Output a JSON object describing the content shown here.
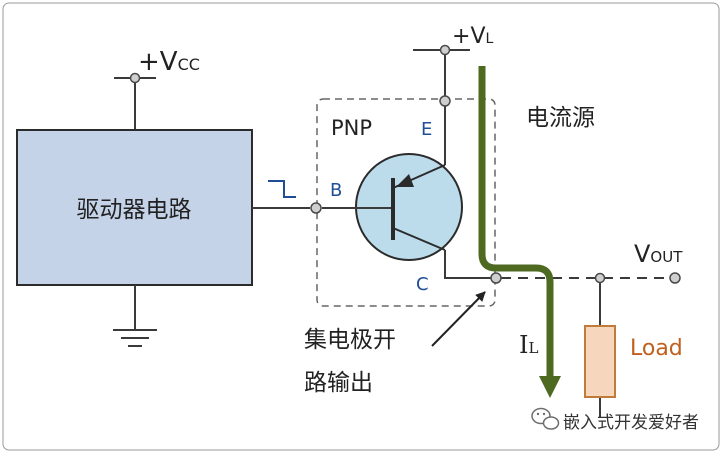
{
  "labels": {
    "vcc_plus": "+",
    "vcc_v": "V",
    "vcc_sub": "CC",
    "vl_plus": "+",
    "vl_v": "V",
    "vl_sub": "L",
    "driver": "驱动器电路",
    "pnp": "PNP",
    "emitter": "E",
    "base": "B",
    "collector": "C",
    "current_source": "电流源",
    "vout_v": "V",
    "vout_sub": "OUT",
    "il_i": "I",
    "il_sub": "L",
    "load": "Load",
    "open_collector_line1": "集电极开",
    "open_collector_line2": "路输出",
    "watermark": "嵌入式开发爱好者"
  },
  "colors": {
    "wire": "#3a3a3a",
    "driver_fill": "#c4d3e8",
    "driver_stroke": "#2b2b2b",
    "transistor_fill": "#bcdcec",
    "terminal_letters": "#1f4e96",
    "current_arrow": "#4e6a21",
    "load_fill": "#f6d6bd",
    "load_stroke": "#c07a3a",
    "load_text": "#c0601e",
    "dashed_box": "#666666",
    "border": "#9a9a9a"
  },
  "icons": {
    "watermark": "wechat-icon",
    "ground": "ground-symbol",
    "transistor": "pnp-transistor-symbol",
    "pulse": "falling-edge-pulse-icon"
  }
}
